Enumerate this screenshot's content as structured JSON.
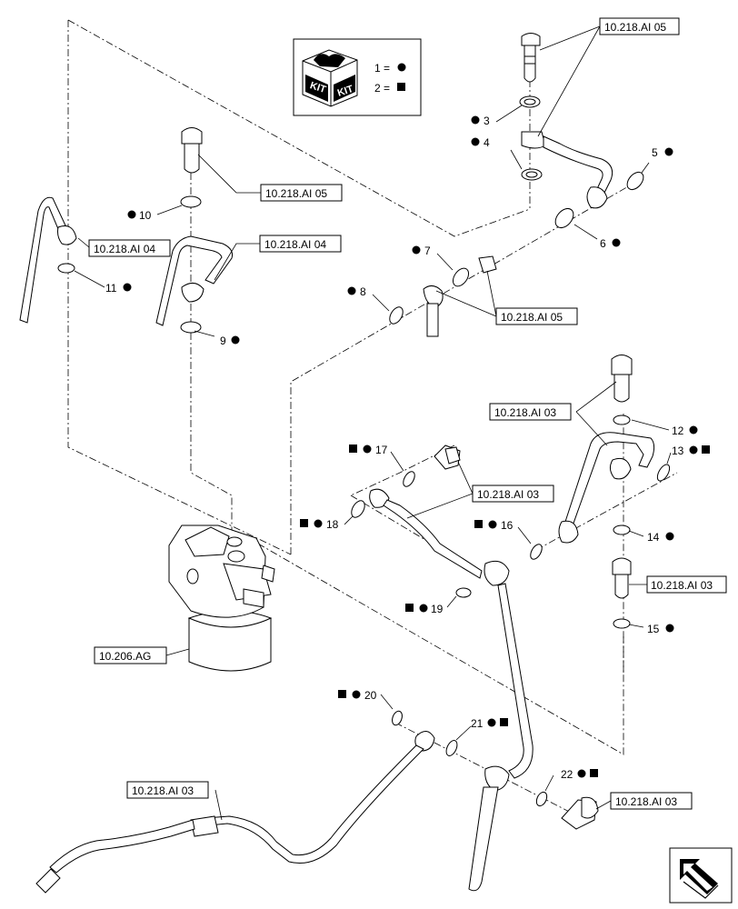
{
  "kit_legend": {
    "badge_left": "KIT",
    "badge_right": "KIT",
    "row1": "1 =",
    "row2": "2 ="
  },
  "reference_boxes": [
    "10.218.AI 05",
    "10.218.AI 05",
    "10.218.AI 04",
    "10.218.AI 04",
    "10.218.AI 05",
    "10.218.AI 03",
    "10.218.AI 03",
    "10.218.AI 03",
    "10.206.AG",
    "10.218.AI 03",
    "10.218.AI 03"
  ],
  "callouts": [
    {
      "num": "3",
      "kit1": true,
      "kit2": false
    },
    {
      "num": "4",
      "kit1": true,
      "kit2": false
    },
    {
      "num": "5",
      "kit1": true,
      "kit2": false
    },
    {
      "num": "6",
      "kit1": true,
      "kit2": false
    },
    {
      "num": "7",
      "kit1": true,
      "kit2": false
    },
    {
      "num": "8",
      "kit1": true,
      "kit2": false
    },
    {
      "num": "9",
      "kit1": true,
      "kit2": false
    },
    {
      "num": "10",
      "kit1": true,
      "kit2": false
    },
    {
      "num": "11",
      "kit1": true,
      "kit2": false
    },
    {
      "num": "12",
      "kit1": true,
      "kit2": false
    },
    {
      "num": "13",
      "kit1": true,
      "kit2": true
    },
    {
      "num": "14",
      "kit1": true,
      "kit2": false
    },
    {
      "num": "15",
      "kit1": true,
      "kit2": false
    },
    {
      "num": "16",
      "kit1": true,
      "kit2": true
    },
    {
      "num": "17",
      "kit1": true,
      "kit2": true
    },
    {
      "num": "18",
      "kit1": true,
      "kit2": true
    },
    {
      "num": "19",
      "kit1": true,
      "kit2": true
    },
    {
      "num": "20",
      "kit1": true,
      "kit2": true
    },
    {
      "num": "21",
      "kit1": true,
      "kit2": true
    },
    {
      "num": "22",
      "kit1": true,
      "kit2": true
    }
  ],
  "nav_icon": "next-page-arrow-icon"
}
